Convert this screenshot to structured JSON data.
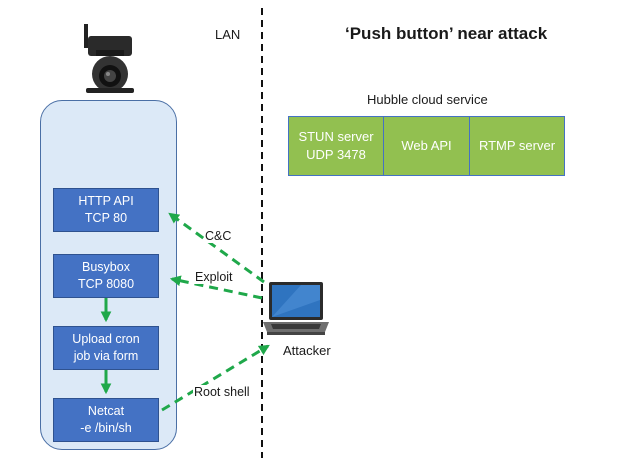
{
  "header": {
    "title": "‘Push button’ near attack",
    "lan_label": "LAN"
  },
  "cloud": {
    "label": "Hubble cloud service",
    "services": [
      {
        "line1": "STUN server",
        "line2": "UDP 3478"
      },
      {
        "line1": "Web API",
        "line2": ""
      },
      {
        "line1": "RTMP server",
        "line2": ""
      }
    ]
  },
  "device": {
    "boxes": [
      {
        "line1": "HTTP API",
        "line2": "TCP 80"
      },
      {
        "line1": "Busybox",
        "line2": "TCP 8080"
      },
      {
        "line1": "Upload cron",
        "line2": "job via form"
      },
      {
        "line1": "Netcat",
        "line2": "-e /bin/sh"
      }
    ]
  },
  "arrows": {
    "cnc": "C&C",
    "exploit": "Exploit",
    "root_shell": "Root shell"
  },
  "attacker": {
    "label": "Attacker"
  },
  "colors": {
    "device_box": "#4472c4",
    "cloud_box": "#92c050",
    "arrow": "#1fa84a",
    "panel": "#dce9f7"
  },
  "icons": [
    "camera-icon",
    "laptop-icon"
  ]
}
